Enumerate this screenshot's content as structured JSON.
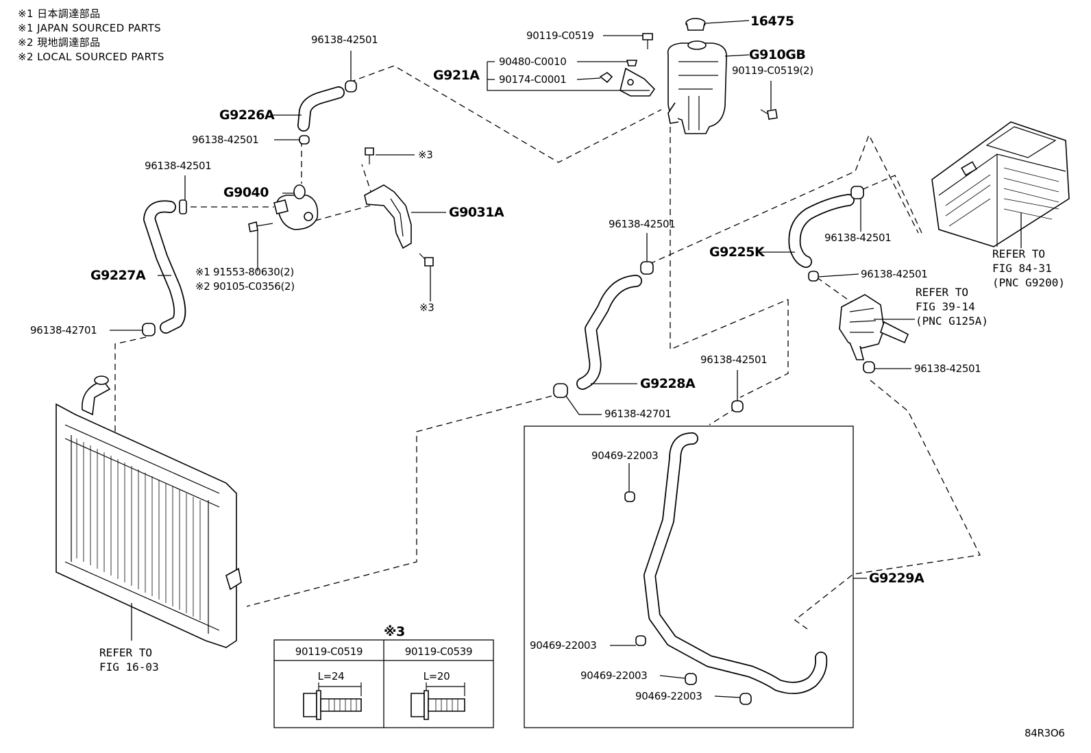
{
  "notes": [
    "※1 日本調達部品",
    "※1 JAPAN SOURCED PARTS",
    "※2 現地調達部品",
    "※2 LOCAL SOURCED PARTS"
  ],
  "labels": {
    "p16475": "16475",
    "p90119_top": "90119-C0519",
    "p90480": "90480-C0010",
    "p90174": "90174-C0001",
    "g921a": "G921A",
    "g910gb": "G910GB",
    "p90119_2": "90119-C0519(2)",
    "p96138_top": "96138-42501",
    "g9226a": "G9226A",
    "p96138_g9226": "96138-42501",
    "p96138_left": "96138-42501",
    "g9040": "G9040",
    "x3_top": "※3",
    "g9031a": "G9031A",
    "g9227a": "G9227A",
    "p91553": "※1 91553-80630(2)",
    "p90105": "※2 90105-C0356(2)",
    "x3_bottom": "※3",
    "p96138_42701_left": "96138-42701",
    "refer_radiator_1": "REFER TO",
    "refer_radiator_2": "FIG 16-03",
    "p96138_mid": "96138-42501",
    "g9225k": "G9225K",
    "p96138_g9225_top": "96138-42501",
    "p96138_g9225_bot": "96138-42501",
    "refer_inverter_1": "REFER TO",
    "refer_inverter_2": "FIG 84-31",
    "refer_inverter_3": "(PNC G9200)",
    "refer_pump_1": "REFER TO",
    "refer_pump_2": "FIG 39-14",
    "refer_pump_3": "(PNC G125A)",
    "p96138_pump": "96138-42501",
    "g9228a": "G9228A",
    "p96138_42701_mid": "96138-42701",
    "p96138_box": "96138-42501",
    "p90469_1": "90469-22003",
    "p90469_2": "90469-22003",
    "p90469_3": "90469-22003",
    "p90469_4": "90469-22003",
    "g9229a": "G9229A",
    "diagram_code": "84R3O6"
  },
  "bolt_table": {
    "title": "※3",
    "columns": [
      {
        "part": "90119-C0519",
        "length": "L=24"
      },
      {
        "part": "90119-C0539",
        "length": "L=20"
      }
    ]
  }
}
